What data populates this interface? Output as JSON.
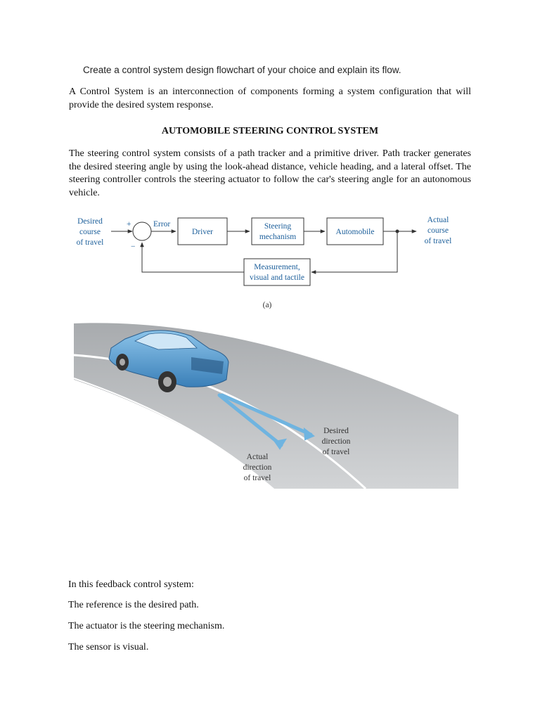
{
  "prompt": "Create a control system design flowchart of your choice and explain its flow.",
  "intro": "A Control System is an interconnection of components forming a system configuration that will provide the desired system response.",
  "section_title": "AUTOMOBILE STEERING CONTROL SYSTEM",
  "body": "The steering control system consists of a path tracker and a primitive driver. Path tracker generates the desired steering angle by using the look-ahead distance, vehicle heading, and a lateral offset. The steering controller controls the steering actuator to follow the car's steering angle for an autonomous vehicle.",
  "diagram": {
    "input_label": [
      "Desired",
      "course",
      "of travel"
    ],
    "plus_sign": "+",
    "minus_sign": "−",
    "error_label": "Error",
    "driver_label": "Driver",
    "steering_label": [
      "Steering",
      "mechanism"
    ],
    "automobile_label": "Automobile",
    "output_label": [
      "Actual",
      "course",
      "of travel"
    ],
    "measurement_label": [
      "Measurement,",
      "visual and tactile"
    ],
    "caption": "(a)"
  },
  "illustration": {
    "desired_label": [
      "Desired",
      "direction",
      "of travel"
    ],
    "actual_label": [
      "Actual",
      "direction",
      "of travel"
    ],
    "colors": {
      "car": "#4a90c8",
      "arrow": "#6fb4e0",
      "road": "#b9bcbf"
    }
  },
  "summary": [
    "In this feedback control system:",
    "The reference is the desired path.",
    "The actuator is the steering mechanism.",
    "The sensor is visual."
  ]
}
